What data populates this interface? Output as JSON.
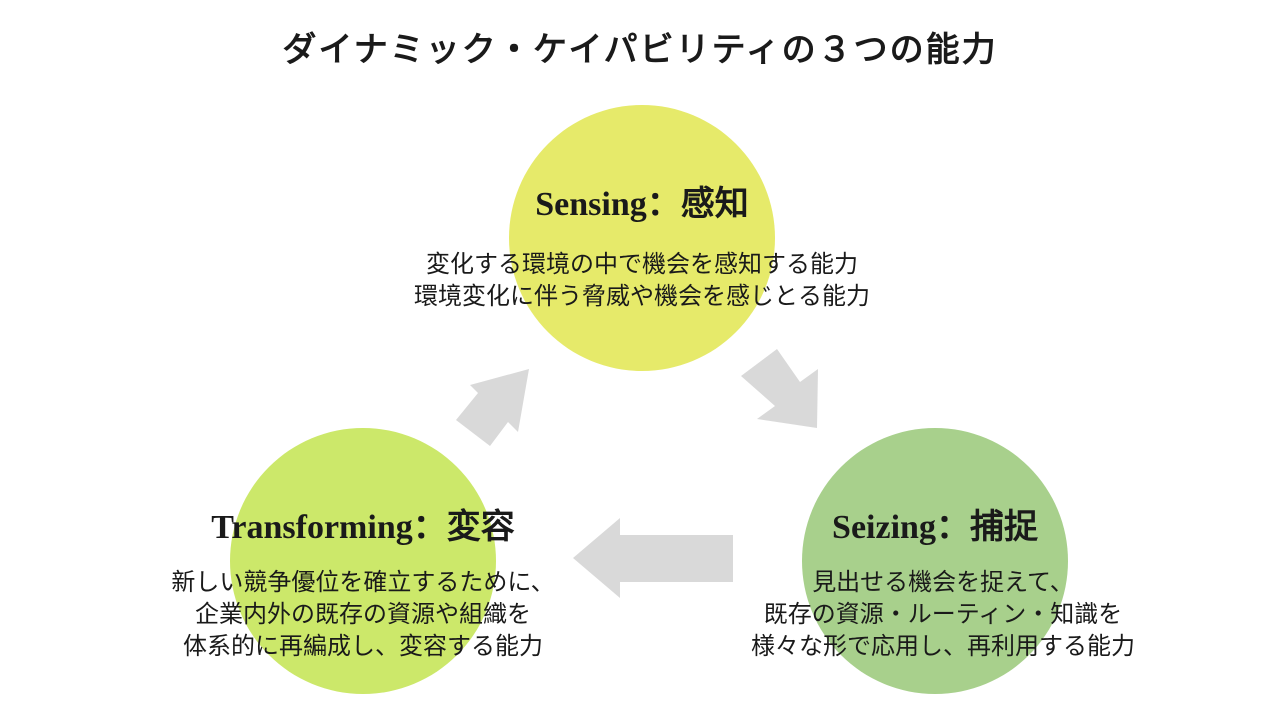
{
  "title": "ダイナミック・ケイパビリティの３つの能力",
  "colors": {
    "sensing": "#e6ea6a",
    "seizing": "#a8d08c",
    "transforming": "#cce86a",
    "arrow": "#d9d9d9"
  },
  "nodes": {
    "sensing": {
      "heading": "Sensing：感知",
      "lines": [
        "変化する環境の中で機会を感知する能力",
        "環境変化に伴う脅威や機会を感じとる能力"
      ]
    },
    "seizing": {
      "heading": "Seizing：捕捉",
      "lines": [
        "見出せる機会を捉えて、",
        "既存の資源・ルーティン・知識を",
        "様々な形で応用し、再利用する能力"
      ]
    },
    "transforming": {
      "heading": "Transforming：変容",
      "lines": [
        "新しい競争優位を確立するために、",
        "企業内外の既存の資源や組織を",
        "体系的に再編成し、変容する能力"
      ]
    }
  }
}
